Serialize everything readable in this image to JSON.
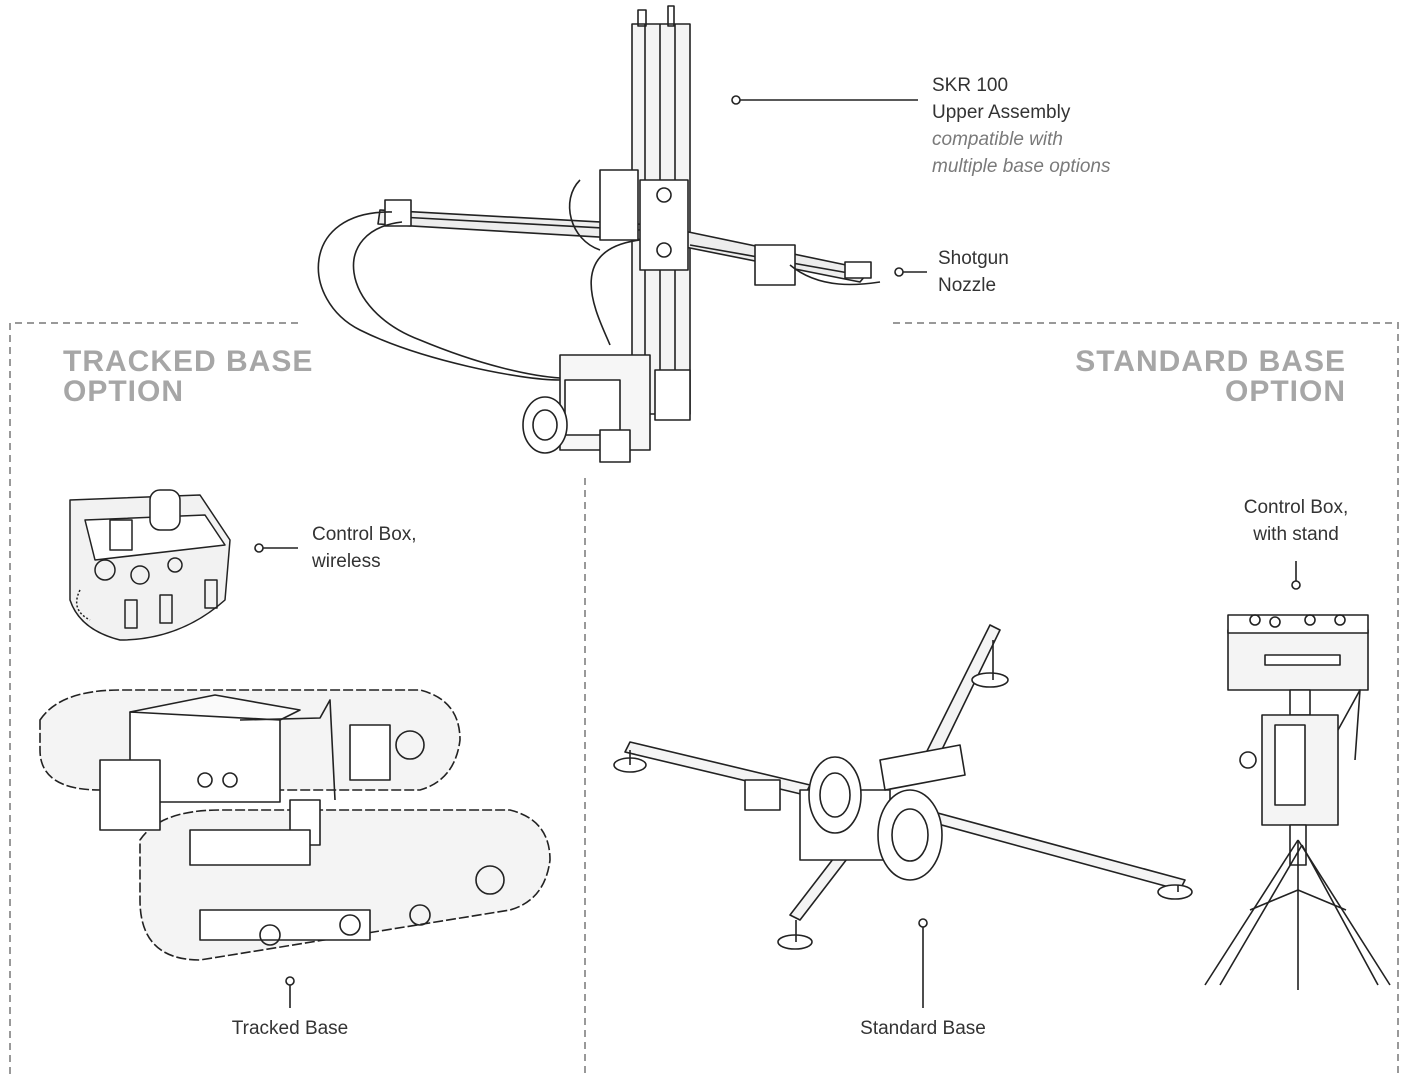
{
  "colors": {
    "dash": "#999999",
    "title": "#a6a6a6",
    "text": "#333333",
    "italic": "#7a7a7a",
    "line": "#222222"
  },
  "sections": {
    "tracked": {
      "title_line1": "TRACKED BASE",
      "title_line2": "OPTION"
    },
    "standard": {
      "title_line1": "STANDARD BASE",
      "title_line2": "OPTION"
    }
  },
  "labels": {
    "upper_assembly": {
      "line1": "SKR 100",
      "line2": "Upper Assembly",
      "note1": "compatible with",
      "note2": "multiple base options"
    },
    "shotgun_nozzle": {
      "line1": "Shotgun",
      "line2": "Nozzle"
    },
    "control_box_wireless": {
      "line1": "Control Box,",
      "line2": "wireless"
    },
    "tracked_base": {
      "line1": "Tracked Base"
    },
    "control_box_stand": {
      "line1": "Control Box,",
      "line2": "with stand"
    },
    "standard_base": {
      "line1": "Standard Base"
    }
  }
}
